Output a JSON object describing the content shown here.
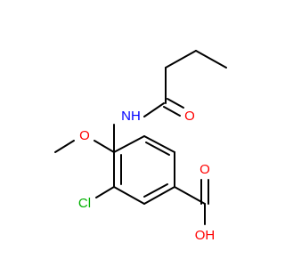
{
  "structure": {
    "atom_labels": {
      "nh": "NH",
      "carbonyl_o": "O",
      "methoxy_o": "O",
      "chloro": "Cl",
      "acid_o": "O",
      "hydroxyl": "OH"
    },
    "colors": {
      "bond": "#000000",
      "nitrogen": "#0000ff",
      "oxygen": "#ff0000",
      "chlorine": "#00b000"
    }
  }
}
